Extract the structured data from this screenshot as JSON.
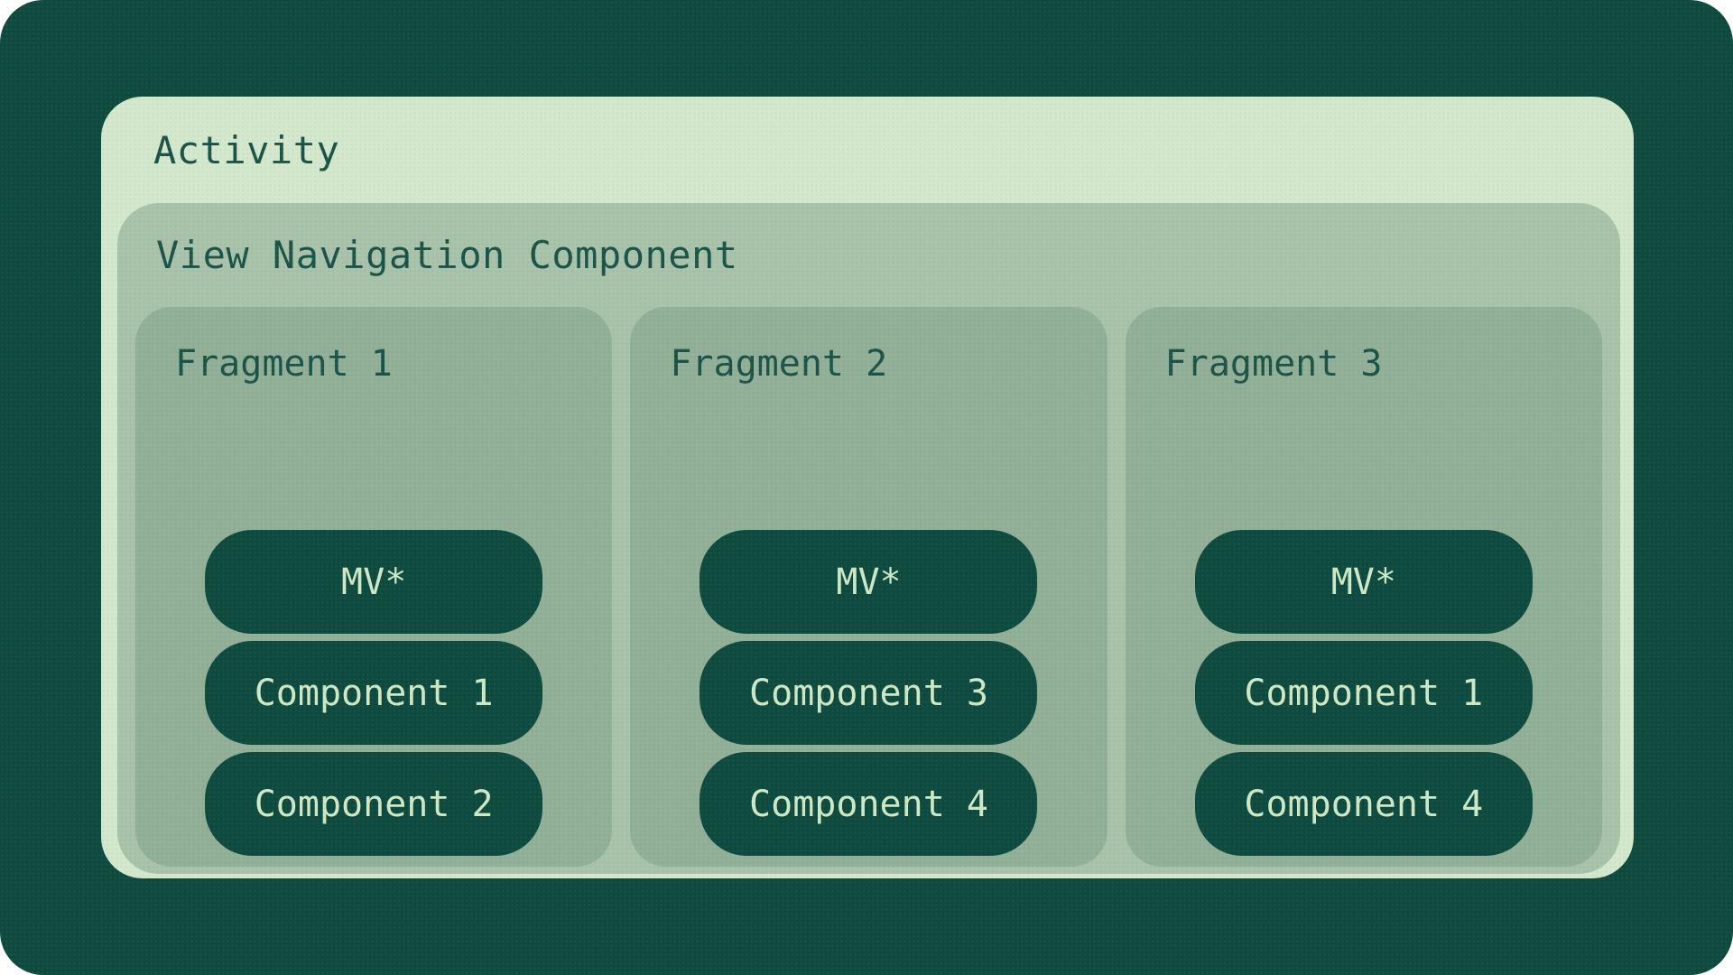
{
  "diagram": {
    "activity": {
      "label": "Activity"
    },
    "view_navigation": {
      "label": "View Navigation Component"
    },
    "fragments": [
      {
        "title": "Fragment 1",
        "pills": [
          "MV*",
          "Component 1",
          "Component 2"
        ]
      },
      {
        "title": "Fragment 2",
        "pills": [
          "MV*",
          "Component 3",
          "Component 4"
        ]
      },
      {
        "title": "Fragment 3",
        "pills": [
          "MV*",
          "Component 1",
          "Component 4"
        ]
      }
    ]
  },
  "colors": {
    "background_dark": "#0F4A3E",
    "activity_fill": "#D3E8CC",
    "view_navigation_fill": "#A8C3AA",
    "fragment_fill": "#92B097",
    "pill_fill": "#0E4A3F",
    "heading_text": "#1C5348",
    "pill_text": "#CFE9C7"
  }
}
